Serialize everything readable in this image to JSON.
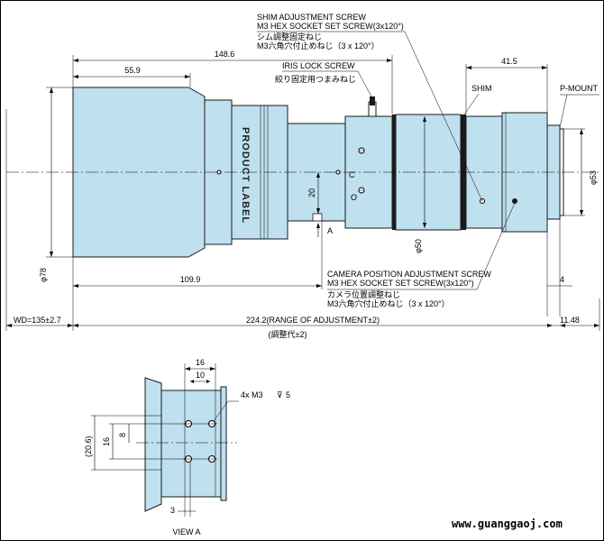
{
  "callouts": {
    "shim_screw_en_1": "SHIM ADJUSTMENT SCREW",
    "shim_screw_en_2": "M3 HEX SOCKET SET SCREW(3x120°)",
    "shim_screw_jp_1": "シム調整固定ねじ",
    "shim_screw_jp_2": "M3六角穴付止めねじ（3 x 120°）",
    "iris_lock_en": "IRIS LOCK SCREW",
    "iris_lock_jp": "絞り固定用つまみねじ",
    "shim": "SHIM",
    "p_mount": "P-MOUNT",
    "cam_screw_en_1": "CAMERA POSITION ADJUSTMENT SCREW",
    "cam_screw_en_2": "M3 HEX SOCKET SET SCREW(3x120°)",
    "cam_screw_jp_1": "カメラ位置調整ねじ",
    "cam_screw_jp_2": "M3六角穴付止めねじ（3 x 120°）",
    "product_label": "PRODUCT LABEL",
    "view_marker": "A"
  },
  "dimensions": {
    "total_148": "148.6",
    "front_55": "55.9",
    "rear_41": "41.5",
    "d78": "φ78",
    "d50": "φ50",
    "d53": "φ53",
    "h20": "20",
    "len_109": "109.9",
    "flange_4": "4",
    "wd": "WD=135±2.7",
    "range": "224.2(RANGE OF ADJUSTMENT±2)",
    "range_jp": "(調整代±2)",
    "back_11": "11.48"
  },
  "view_a": {
    "title": "VIEW A",
    "w16": "16",
    "w10": "10",
    "h20": "(20.6)",
    "h16": "16",
    "h8": "8",
    "x3": "3",
    "holes": "4x M3",
    "depth": "5"
  },
  "website": "www.guanggaoj.com"
}
